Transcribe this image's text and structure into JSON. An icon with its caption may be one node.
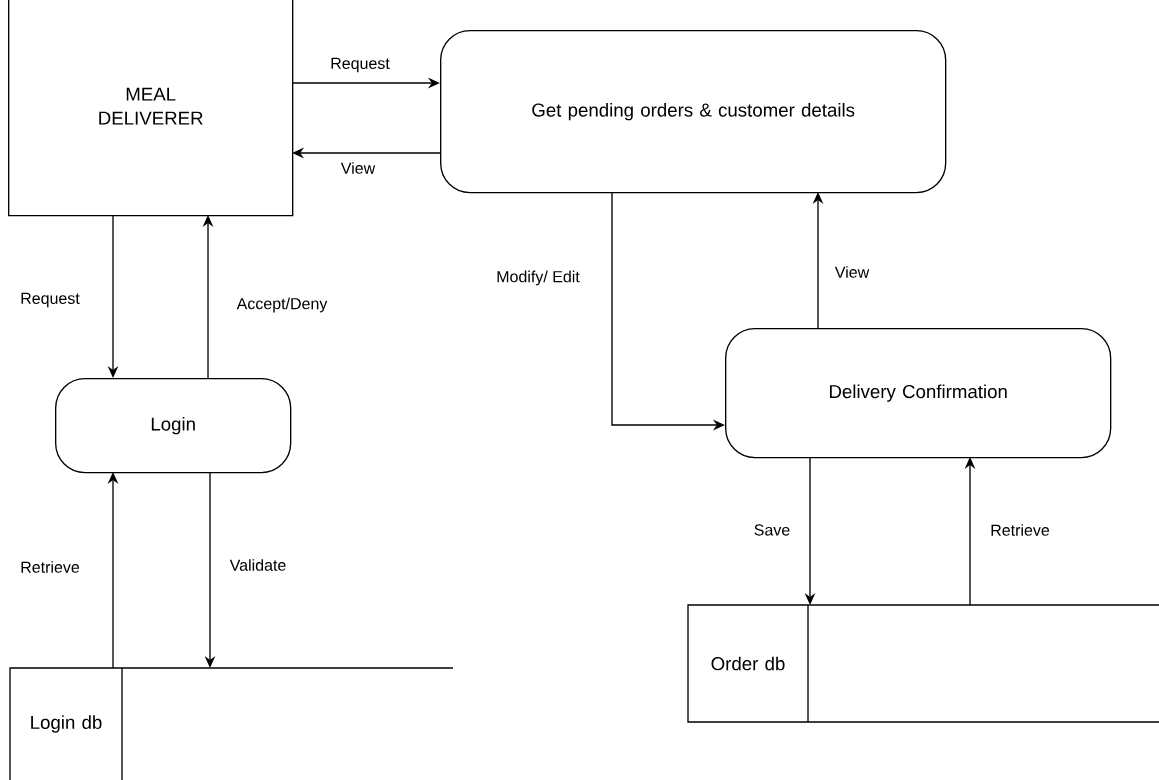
{
  "diagram": {
    "nodes": [
      {
        "text": [
          "MEAL DELIVERER"
        ]
      },
      {
        "text": [
          "Get pending orders & customer details"
        ]
      },
      {
        "text": [
          "Login"
        ]
      },
      {
        "text": [
          "Delivery Confirmation"
        ]
      },
      {
        "text": [
          "Login db"
        ]
      },
      {
        "text": [
          "Order db"
        ]
      }
    ],
    "edges": [
      {
        "from": 0,
        "to": 1,
        "arrow": "to",
        "label": "Request"
      },
      {
        "from": 1,
        "to": 0,
        "arrow": "to",
        "label": "View"
      },
      {
        "from": 0,
        "to": 2,
        "arrow": "to",
        "label": "Request"
      },
      {
        "from": 2,
        "to": 0,
        "arrow": "to",
        "label": "Accept/Deny"
      },
      {
        "from": 1,
        "to": 3,
        "arrow": "to",
        "label": "Modify/ Edit"
      },
      {
        "from": 3,
        "to": 1,
        "arrow": "to",
        "label": "View"
      },
      {
        "from": 3,
        "to": 5,
        "arrow": "to",
        "label": "Save"
      },
      {
        "from": 5,
        "to": 3,
        "arrow": "to",
        "label": "Retrieve"
      },
      {
        "from": 4,
        "to": 2,
        "arrow": "to",
        "label": "Retrieve"
      },
      {
        "from": 2,
        "to": 4,
        "arrow": "to",
        "label": "Validate"
      }
    ]
  }
}
